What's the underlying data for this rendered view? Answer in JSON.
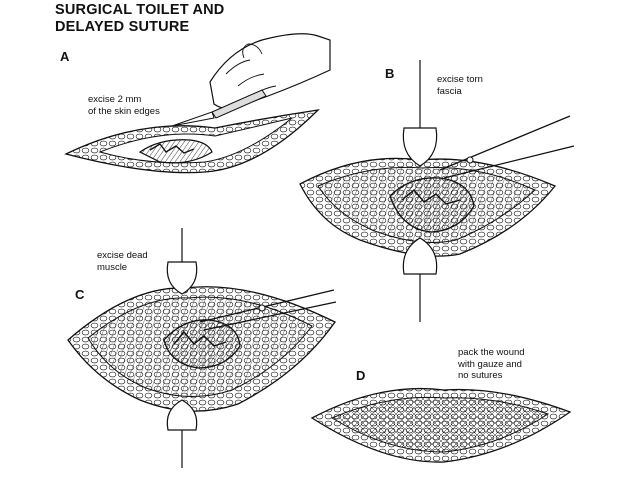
{
  "title": "SURGICAL TOILET AND\nDELAYED SUTURE",
  "panels": [
    {
      "letter": "A",
      "caption": "excise 2 mm\nof the skin edges"
    },
    {
      "letter": "B",
      "caption": "excise torn\nfascia"
    },
    {
      "letter": "C",
      "caption": "excise dead\nmuscle"
    },
    {
      "letter": "D",
      "caption": "pack the wound\nwith gauze and\nno sutures"
    }
  ],
  "colors": {
    "ink": "#111111",
    "background": "#ffffff"
  }
}
